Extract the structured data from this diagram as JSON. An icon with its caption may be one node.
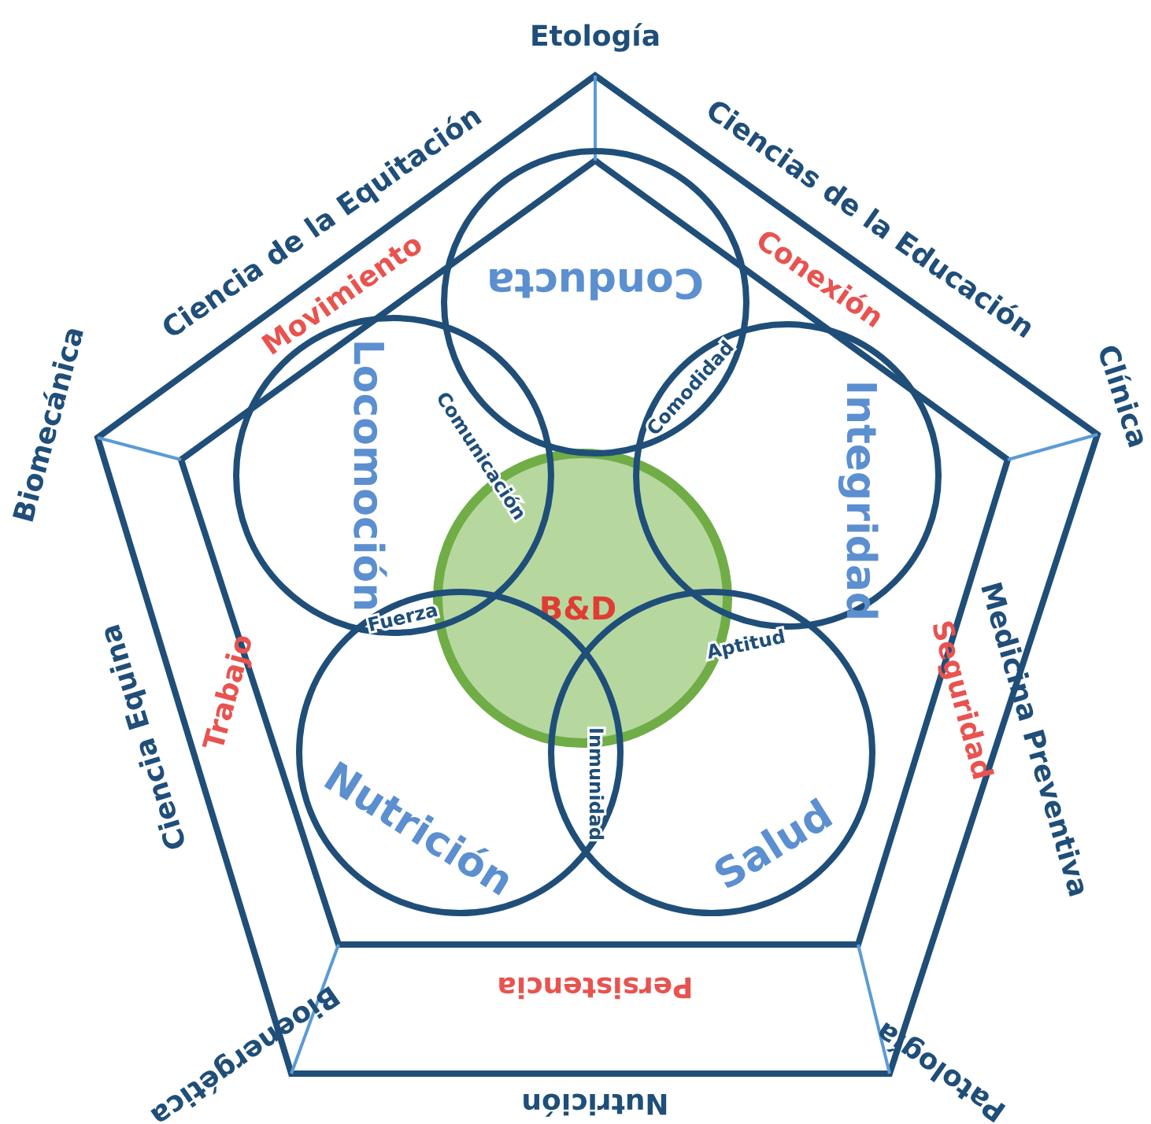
{
  "diagram": {
    "nodes": [
      {
        "text": [
          "Conducta"
        ]
      },
      {
        "text": [
          "Locomoción"
        ]
      },
      {
        "text": [
          "Integridad"
        ]
      },
      {
        "text": [
          "B&D"
        ]
      },
      {
        "text": [
          "Nutrición"
        ]
      },
      {
        "text": [
          "Salud"
        ]
      }
    ],
    "edges": [],
    "labels": [
      "Etología",
      "Ciencia de la Equitación",
      "Ciencias de la Educación",
      "Movimiento",
      "Conexión",
      "Biomecánica",
      "Clínica",
      "Comunicación",
      "Comodidad",
      "Fuerza",
      "Aptitud",
      "Trabajo",
      "Seguridad",
      "Ciencia Equina",
      "Medicina Preventiva",
      "Inmunidad",
      "Persistencia",
      "Bioenergética",
      "Nutrición",
      "Patología"
    ]
  }
}
